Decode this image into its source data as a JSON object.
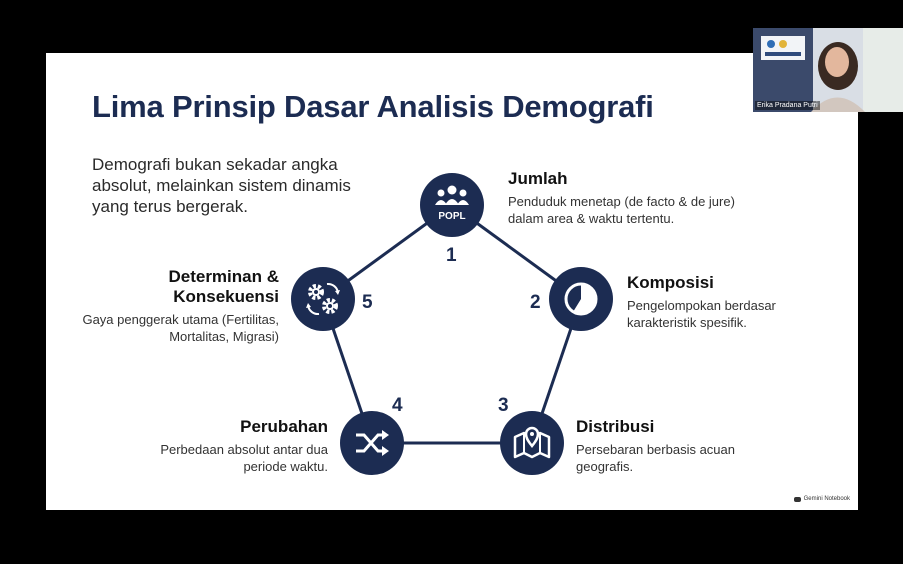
{
  "slide": {
    "title": "Lima Prinsip Dasar Analisis Demografi",
    "intro": "Demografi bukan sekadar angka absolut, melainkan sistem dinamis yang terus bergerak.",
    "brand": "Gemini Notebook"
  },
  "principles": [
    {
      "number": "1",
      "title": "Jumlah",
      "description": "Penduduk menetap (de facto & de jure) dalam area & waktu tertentu.",
      "icon": "population-icon",
      "icon_label": "POPL"
    },
    {
      "number": "2",
      "title": "Komposisi",
      "description": "Pengelompokan berdasar karakteristik spesifik.",
      "icon": "pie-chart-icon"
    },
    {
      "number": "3",
      "title": "Distribusi",
      "description": "Persebaran berbasis acuan geografis.",
      "icon": "map-pin-icon"
    },
    {
      "number": "4",
      "title": "Perubahan",
      "description": "Perbedaan absolut antar dua periode waktu.",
      "icon": "shuffle-icon"
    },
    {
      "number": "5",
      "title": "Determinan & Konsekuensi",
      "description": "Gaya penggerak utama (Fertilitas, Mortalitas, Migrasi)",
      "icon": "gears-icon"
    }
  ],
  "video": {
    "participant_name": "Erika Pradana Putri"
  },
  "colors": {
    "navy": "#1c2c52",
    "background": "#000000",
    "slide": "#ffffff"
  }
}
